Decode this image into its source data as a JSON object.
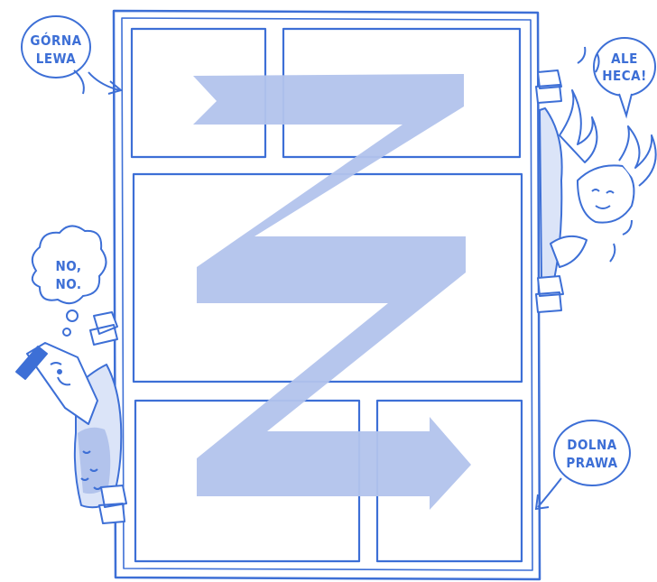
{
  "colors": {
    "ink": "#3d6fd6",
    "arrow_fill": "#b2c3ec",
    "paper": "#ffffff"
  },
  "bubbles": {
    "top_left": {
      "line1": "GÓRNA",
      "line2": "LEWA"
    },
    "top_right": {
      "line1": "ALE",
      "line2": "HECA!"
    },
    "left_thought": {
      "line1": "NO,",
      "line2": "NO."
    },
    "bottom_right": {
      "line1": "DOLNA",
      "line2": "PRAWA"
    }
  },
  "icons": {
    "reading_path": "z-arrow-icon",
    "left_character": "peeking-man-icon",
    "right_character": "flaming-man-icon"
  }
}
